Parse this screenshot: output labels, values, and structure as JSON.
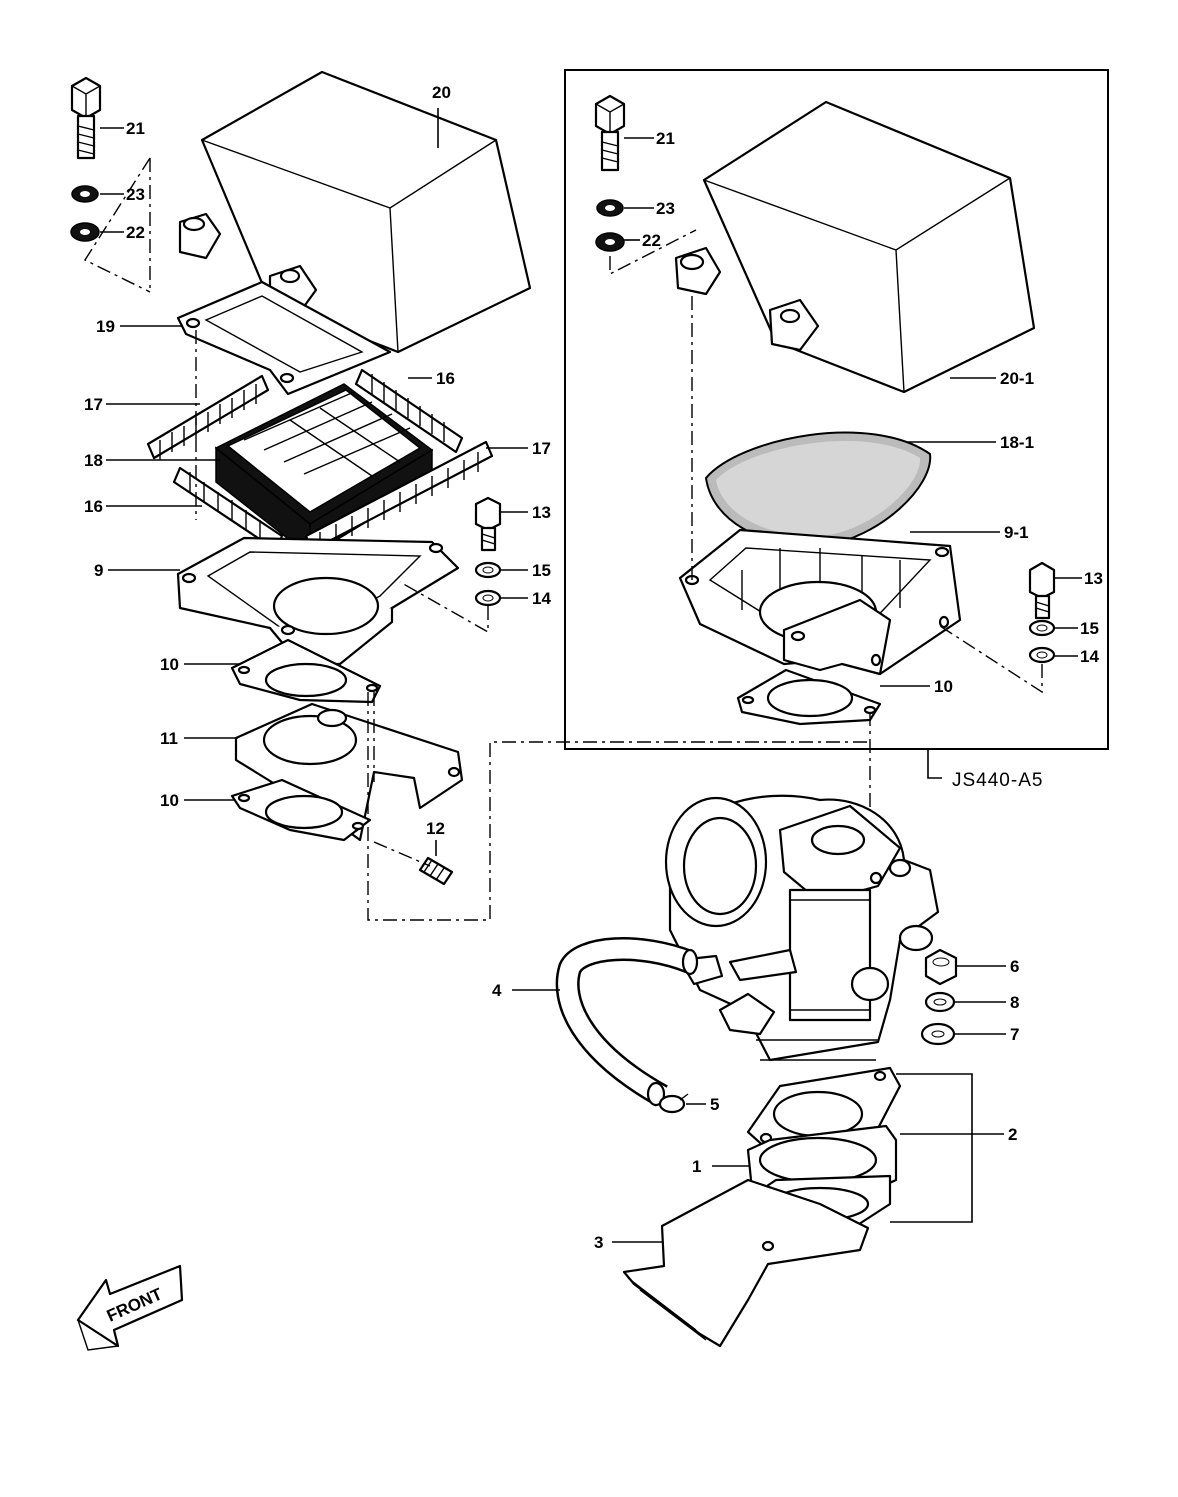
{
  "diagram": {
    "code": "JS440-A5",
    "front_label": "FRONT",
    "callouts": [
      {
        "id": "c20",
        "text": "20"
      },
      {
        "id": "c21a",
        "text": "21"
      },
      {
        "id": "c23a",
        "text": "23"
      },
      {
        "id": "c22a",
        "text": "22"
      },
      {
        "id": "c19",
        "text": "19"
      },
      {
        "id": "c16a",
        "text": "16"
      },
      {
        "id": "c17a",
        "text": "17"
      },
      {
        "id": "c18",
        "text": "18"
      },
      {
        "id": "c17b",
        "text": "17"
      },
      {
        "id": "c16b",
        "text": "16"
      },
      {
        "id": "c13a",
        "text": "13"
      },
      {
        "id": "c9",
        "text": "9"
      },
      {
        "id": "c15a",
        "text": "15"
      },
      {
        "id": "c14a",
        "text": "14"
      },
      {
        "id": "c10a",
        "text": "10"
      },
      {
        "id": "c11",
        "text": "11"
      },
      {
        "id": "c10b",
        "text": "10"
      },
      {
        "id": "c12",
        "text": "12"
      },
      {
        "id": "c21b",
        "text": "21"
      },
      {
        "id": "c23b",
        "text": "23"
      },
      {
        "id": "c22b",
        "text": "22"
      },
      {
        "id": "c201",
        "text": "20-1"
      },
      {
        "id": "c181",
        "text": "18-1"
      },
      {
        "id": "c91",
        "text": "9-1"
      },
      {
        "id": "c13b",
        "text": "13"
      },
      {
        "id": "c15b",
        "text": "15"
      },
      {
        "id": "c14b",
        "text": "14"
      },
      {
        "id": "c10c",
        "text": "10"
      },
      {
        "id": "c6",
        "text": "6"
      },
      {
        "id": "c8",
        "text": "8"
      },
      {
        "id": "c7",
        "text": "7"
      },
      {
        "id": "c4",
        "text": "4"
      },
      {
        "id": "c5",
        "text": "5"
      },
      {
        "id": "c2",
        "text": "2"
      },
      {
        "id": "c1",
        "text": "1"
      },
      {
        "id": "c3",
        "text": "3"
      }
    ]
  }
}
